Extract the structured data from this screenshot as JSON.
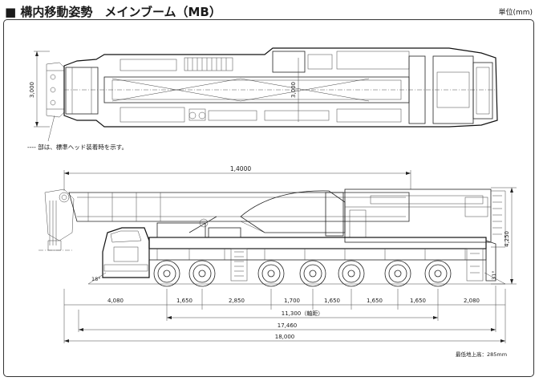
{
  "header": {
    "title": "■ 構内移動姿勢　メインブーム（MB）",
    "unit": "単位(mm)"
  },
  "top_view": {
    "width_dim_left": "3,000",
    "width_dim_center": "3,000",
    "note": "---- 部は、標準ヘッド装着時を示す。"
  },
  "side_view": {
    "boom_length": "1,4000",
    "height": "4,250",
    "approach_angle": "18°",
    "departure_angle": "31°",
    "axle_spacings": [
      "4,080",
      "1,650",
      "2,850",
      "1,700",
      "1,650",
      "1,650",
      "1,650",
      "2,080"
    ],
    "wheelbase": "11,300（軸距）",
    "overall_length_1": "17,460",
    "overall_length_2": "18,000",
    "ground_clearance": "最低地上高：285mm"
  }
}
